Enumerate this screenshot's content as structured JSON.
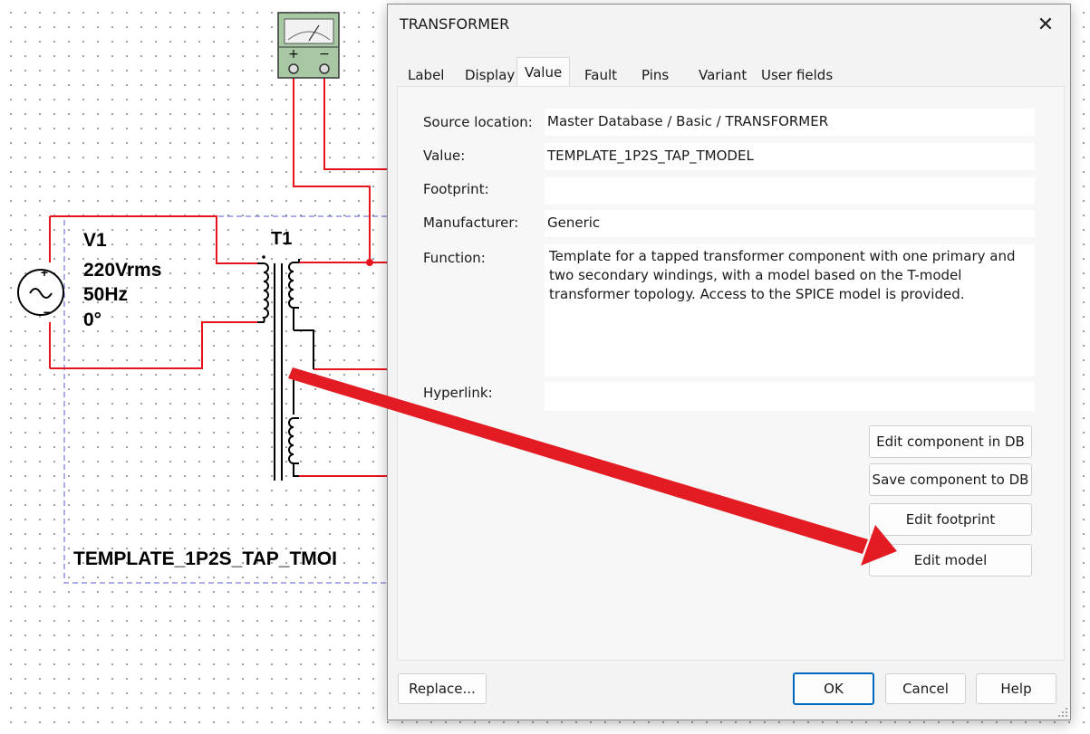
{
  "schematic": {
    "v1": {
      "ref": "V1",
      "voltage": "220Vrms",
      "frequency": "50Hz",
      "phase": "0°",
      "plus": "+",
      "minus": "−"
    },
    "t1": {
      "ref": "T1",
      "model_label": "TEMPLATE_1P2S_TAP_TMOI"
    },
    "meter": {
      "plus": "+",
      "minus": "−"
    },
    "wire_color": "#e8141c",
    "arrow_color": "#e31c23"
  },
  "dialog": {
    "title": "TRANSFORMER",
    "close_glyph": "✕",
    "tabs": [
      {
        "label": "Label"
      },
      {
        "label": "Display"
      },
      {
        "label": "Value",
        "active": true
      },
      {
        "label": "Fault"
      },
      {
        "label": "Pins"
      },
      {
        "label": "Variant"
      },
      {
        "label": "User fields"
      }
    ],
    "fields": {
      "source_location": {
        "label": "Source location:",
        "value": "Master Database / Basic / TRANSFORMER"
      },
      "value": {
        "label": "Value:",
        "value": "TEMPLATE_1P2S_TAP_TMODEL"
      },
      "footprint": {
        "label": "Footprint:",
        "value": ""
      },
      "manufacturer": {
        "label": "Manufacturer:",
        "value": "Generic"
      },
      "function": {
        "label": "Function:",
        "value": "Template for a tapped transformer component with one primary and two secondary windings, with a model based on the T-model transformer topology. Access to the SPICE model is provided."
      },
      "hyperlink": {
        "label": "Hyperlink:",
        "value": ""
      }
    },
    "side_buttons": {
      "edit_component_db": "Edit component in DB",
      "save_component_db": "Save component to DB",
      "edit_footprint": "Edit footprint",
      "edit_model": "Edit model"
    },
    "footer": {
      "replace": "Replace...",
      "ok": "OK",
      "cancel": "Cancel",
      "help": "Help"
    },
    "accent_color": "#0067c0"
  }
}
